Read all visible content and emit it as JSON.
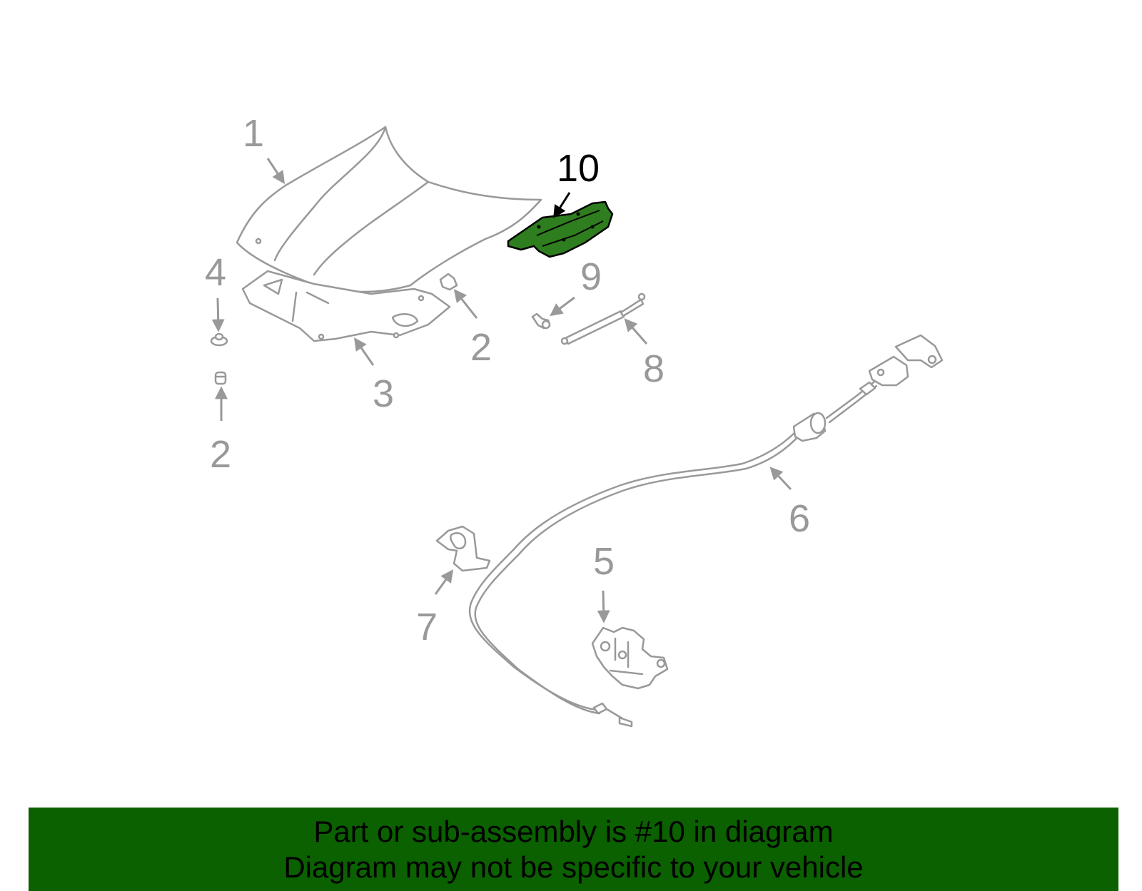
{
  "callouts": [
    {
      "id": "1",
      "text": "1",
      "highlighted": false
    },
    {
      "id": "2a",
      "text": "2",
      "highlighted": false
    },
    {
      "id": "2b",
      "text": "2",
      "highlighted": false
    },
    {
      "id": "3",
      "text": "3",
      "highlighted": false
    },
    {
      "id": "4",
      "text": "4",
      "highlighted": false
    },
    {
      "id": "5",
      "text": "5",
      "highlighted": false
    },
    {
      "id": "6",
      "text": "6",
      "highlighted": false
    },
    {
      "id": "7",
      "text": "7",
      "highlighted": false
    },
    {
      "id": "8",
      "text": "8",
      "highlighted": false
    },
    {
      "id": "9",
      "text": "9",
      "highlighted": false
    },
    {
      "id": "10",
      "text": "10",
      "highlighted": true
    }
  ],
  "banner": {
    "line1": "Part or sub-assembly is #10 in diagram",
    "line2": "Diagram may not be specific to your vehicle"
  },
  "colors": {
    "highlight_part": "#2e7d1e",
    "banner_bg": "#0b6000",
    "line_gray": "#999999"
  }
}
